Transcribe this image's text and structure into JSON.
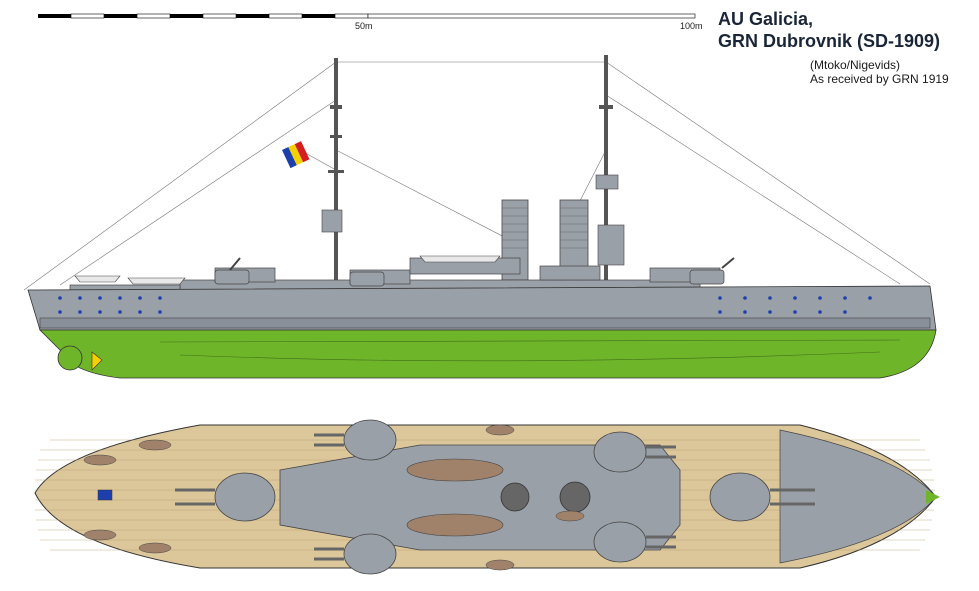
{
  "scale": {
    "mid_label": "50m",
    "end_label": "100m"
  },
  "title": {
    "line1": "AU Galicia,",
    "line2": "GRN Dubrovnik (SD-1909)",
    "line3": "(Mtoko/Nigevids)",
    "line4": "As received by GRN 1919"
  },
  "colors": {
    "hull_gray": "#9aa0a8",
    "underwater_green": "#6fb52a",
    "deck_tan": "#dcc79a",
    "flag_blue": "#1d3fae",
    "flag_yellow": "#f5d000",
    "flag_red": "#d31f1f"
  }
}
